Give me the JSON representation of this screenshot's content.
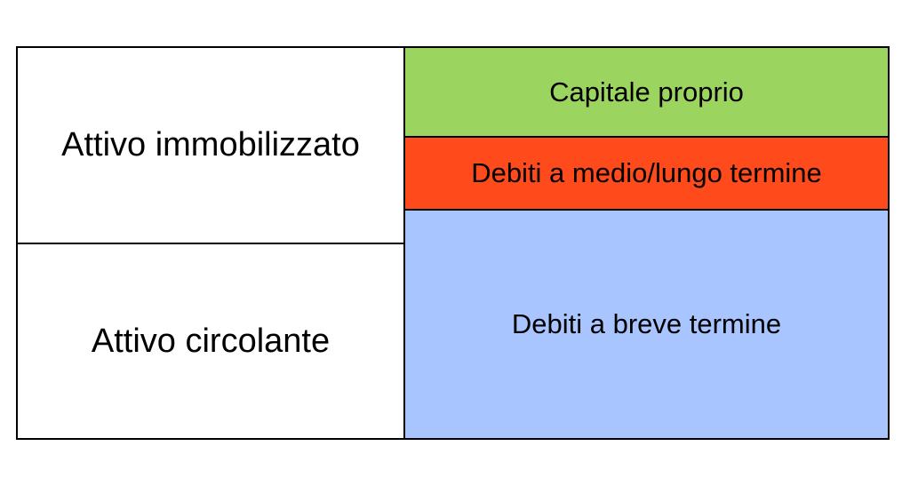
{
  "assets": {
    "fixed": {
      "label": "Attivo immobilizzato"
    },
    "current": {
      "label": "Attivo circolante"
    }
  },
  "liabilities": {
    "equity": {
      "label": "Capitale proprio",
      "color": "#9cd460"
    },
    "long_term_debt": {
      "label": "Debiti a medio/lungo termine",
      "color": "#ff4a1c"
    },
    "short_term_debt": {
      "label": "Debiti a breve termine",
      "color": "#a8c5ff"
    }
  }
}
